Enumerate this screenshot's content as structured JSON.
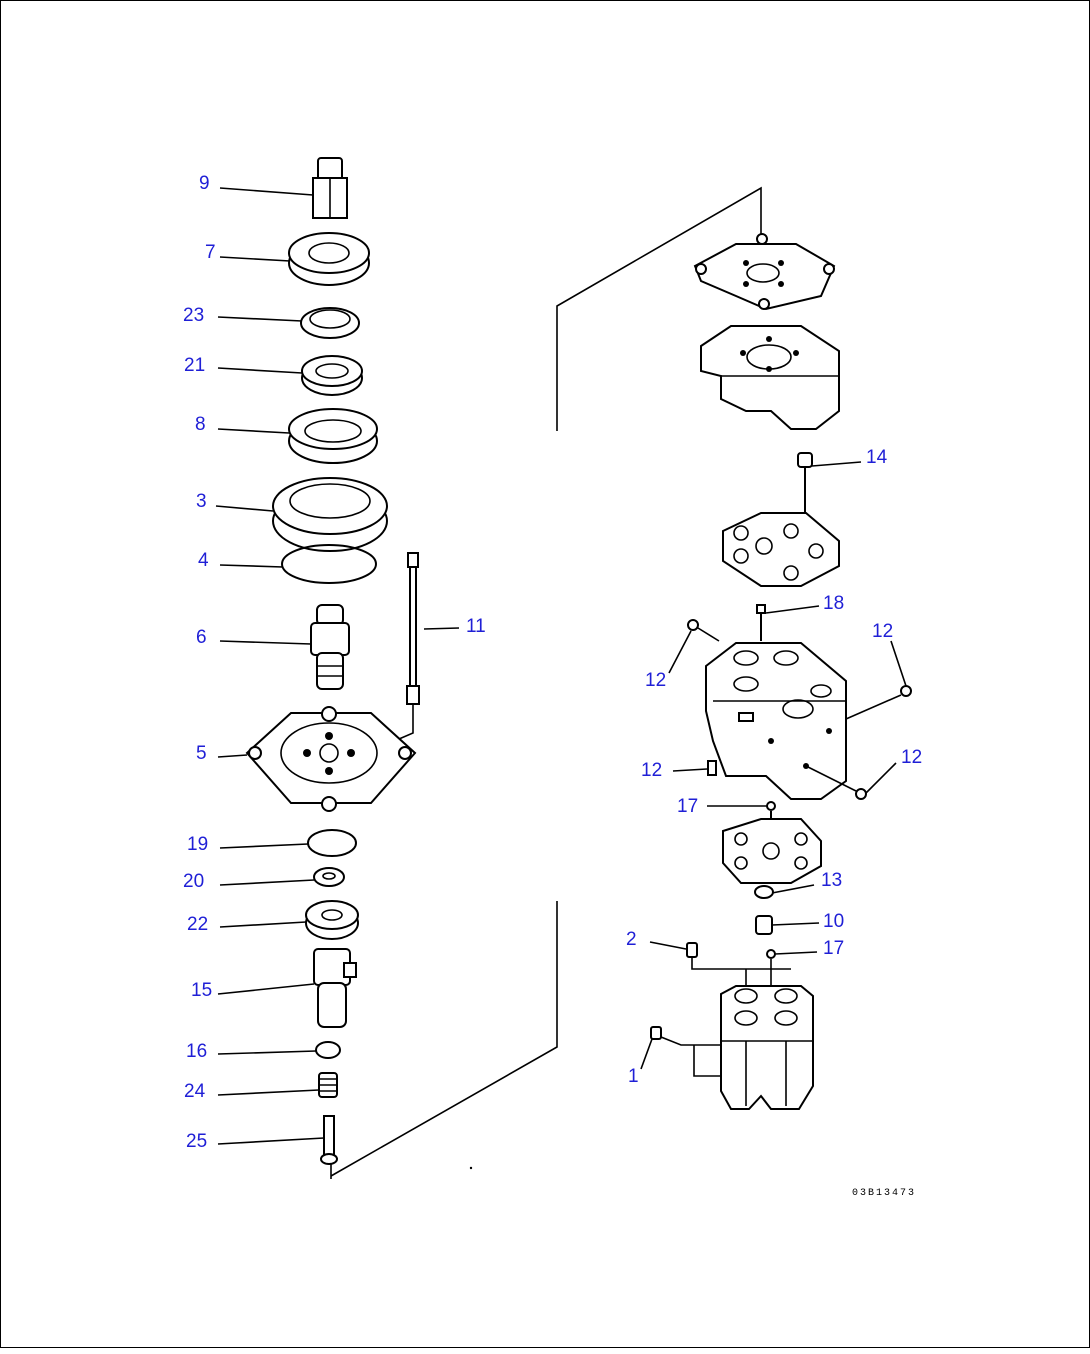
{
  "drawing": {
    "reference_code": "03B13473",
    "callouts": {
      "c9": "9",
      "c7": "7",
      "c23": "23",
      "c21": "21",
      "c8": "8",
      "c3": "3",
      "c4": "4",
      "c6": "6",
      "c11": "11",
      "c5": "5",
      "c19": "19",
      "c20": "20",
      "c22": "22",
      "c15": "15",
      "c16": "16",
      "c24": "24",
      "c25": "25",
      "c14": "14",
      "c18": "18",
      "c12a": "12",
      "c12b": "12",
      "c12c": "12",
      "c12d": "12",
      "c17a": "17",
      "c13": "13",
      "c10": "10",
      "c2": "2",
      "c17b": "17",
      "c1": "1"
    }
  }
}
